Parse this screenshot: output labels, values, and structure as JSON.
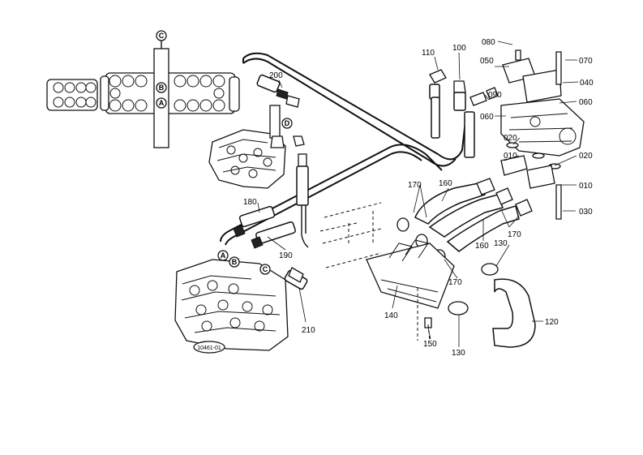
{
  "diagram": {
    "code": "10461-01",
    "callouts": [
      "C",
      "B",
      "A",
      "D",
      "A",
      "B",
      "C"
    ],
    "part_numbers": [
      "080",
      "070",
      "110",
      "100",
      "050",
      "040",
      "200",
      "090",
      "060",
      "060",
      "020",
      "010",
      "020",
      "010",
      "030",
      "170",
      "160",
      "180",
      "170",
      "160",
      "130",
      "190",
      "170",
      "120",
      "140",
      "210",
      "150",
      "130"
    ]
  }
}
